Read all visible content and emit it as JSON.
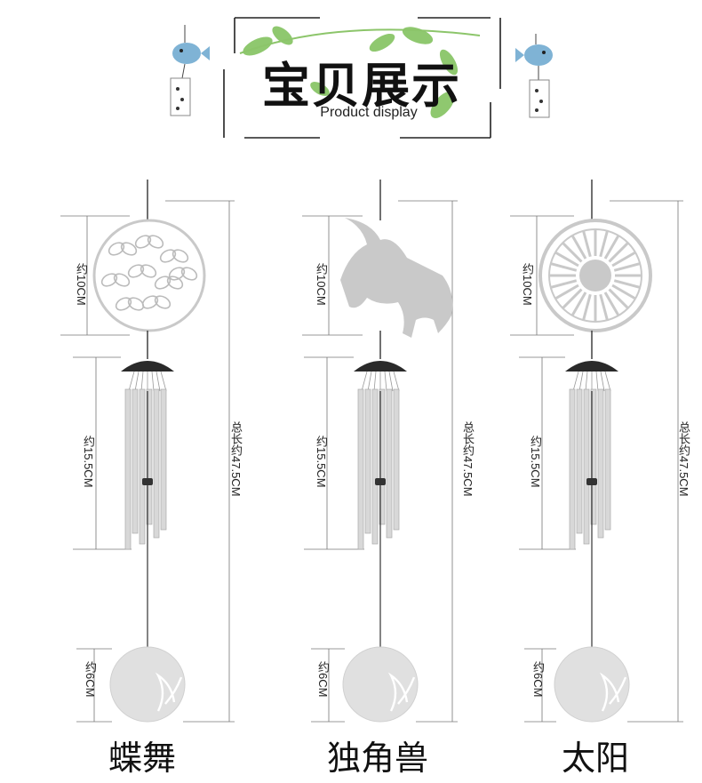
{
  "header": {
    "title": "宝贝展示",
    "subtitle": "Product display"
  },
  "products": [
    {
      "name": "蝶舞",
      "motif": "butterfly-motif",
      "top_dim": "约10CM",
      "mid_dim": "约15.5CM",
      "bottom_dim": "约6CM",
      "total_dim": "总长约47.5CM"
    },
    {
      "name": "独角兽",
      "motif": "unicorn-motif",
      "top_dim": "约10CM",
      "mid_dim": "约15.5CM",
      "bottom_dim": "约6CM",
      "total_dim": "总长约47.5CM"
    },
    {
      "name": "太阳",
      "motif": "sun-motif",
      "top_dim": "约10CM",
      "mid_dim": "约15.5CM",
      "bottom_dim": "约6CM",
      "total_dim": "总长约47.5CM"
    }
  ],
  "colors": {
    "metal": "#c9c9c9",
    "tube": "#d8d8d8",
    "roof": "#2a2a2a",
    "leaf": "#7cbf57",
    "fish": "#7fb3d5"
  }
}
